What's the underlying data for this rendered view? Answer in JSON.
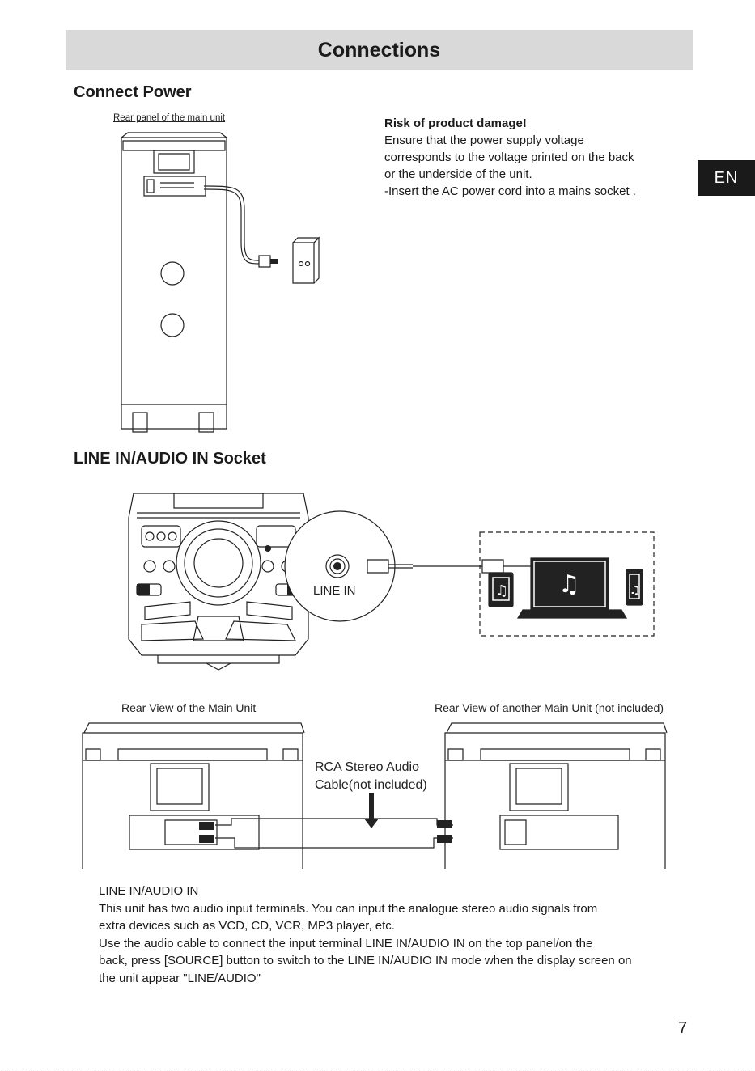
{
  "header": {
    "title": "Connections"
  },
  "tab": {
    "language": "EN"
  },
  "power_section": {
    "heading": "Connect Power",
    "caption": "Rear panel of the main unit",
    "warning_title": "Risk of product damage!",
    "warning_lines": [
      "Ensure that the power supply voltage",
      "corresponds to the voltage printed on the back",
      "or the underside of the unit.",
      "-Insert the AC power cord into a mains socket ."
    ]
  },
  "line_in_section": {
    "heading": "LINE IN/AUDIO IN Socket",
    "socket_label": "LINE IN"
  },
  "rear_section": {
    "left_caption": "Rear View of the Main Unit",
    "right_caption": "Rear View of another Main Unit (not included)",
    "cable_label_line1": "RCA Stereo Audio",
    "cable_label_line2": "Cable(not included)"
  },
  "description": {
    "title": "LINE IN/AUDIO IN",
    "lines": [
      "This unit has two audio input terminals. You can input the analogue stereo audio signals from",
      "extra devices such as VCD, CD, VCR, MP3 player, etc.",
      "Use the audio cable to connect the input terminal LINE IN/AUDIO IN on the top panel/on the",
      "back, press [SOURCE] button to switch to the LINE IN/AUDIO IN mode when the display screen on",
      "the unit appear \"LINE/AUDIO\""
    ]
  },
  "footer": {
    "page_number": "7"
  }
}
